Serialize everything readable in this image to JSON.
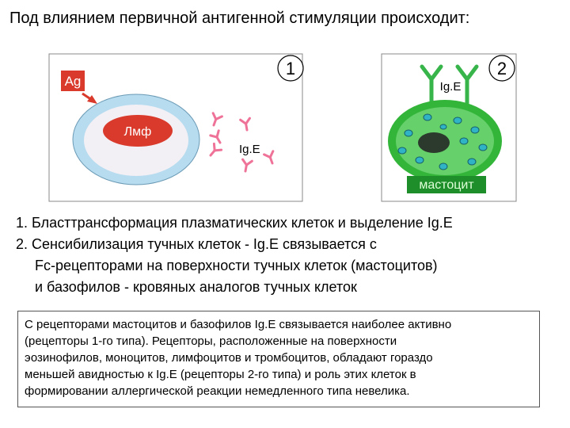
{
  "title": "Под влиянием первичной антигенной стимуляции происходит:",
  "colors": {
    "panel_background": "#ffffff",
    "panel_border": "#888888",
    "ag_label_bg": "#d93a2b",
    "ag_arrow": "#d93a2b",
    "lymph_outer": "#b7dcef",
    "lymph_inner": "#f3f0f5",
    "lymph_nucleus": "#d93a2b",
    "ige_antibody": "#ef7399",
    "mast_cell_outer": "#33b53a",
    "mast_cell_inner": "#66d06a",
    "granule": "#2fb3c5",
    "nucleus_dark": "#2b3a2c",
    "receptor_ige": "#38b54a",
    "mast_label_bg": "#1e8e2a"
  },
  "panel1": {
    "number": "1",
    "ag_label": "Ag",
    "lymph_label": "Лмф",
    "ige_label": "Ig.E"
  },
  "panel2": {
    "number": "2",
    "ige_label": "Ig.E",
    "mast_label": "мастоцит"
  },
  "list": [
    "1. Бласттрансформация плазматических клеток и выделение Ig.E",
    "2. Сенсибилизация тучных клеток - Ig.E связывается с",
    "Fc-рецепторами на поверхности тучных клеток (мастоцитов)",
    "и базофилов - кровяных аналогов тучных клеток"
  ],
  "note": [
    "С рецепторами мастоцитов и базофилов Ig.E связывается наиболее активно",
    "(рецепторы 1-го типа). Рецепторы, расположенные на поверхности",
    "эозинофилов, моноцитов, лимфоцитов и тромбоцитов, обладают гораздо",
    "меньшей авидностью к Ig.E (рецепторы 2-го типа) и роль этих клеток в",
    "формировании аллергической реакции немедленного типа невелика."
  ]
}
